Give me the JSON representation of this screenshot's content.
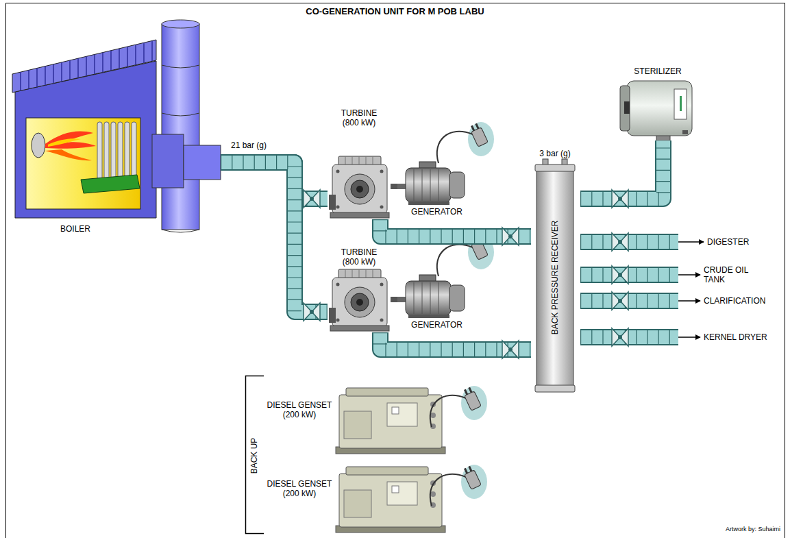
{
  "diagram": {
    "title": "CO-GENERATION UNIT FOR M POB LABU",
    "nodes": [
      {
        "text": [
          "BOILER"
        ]
      },
      {
        "text": [
          "TURBINE (800 kW)"
        ]
      },
      {
        "text": [
          "GENERATOR"
        ]
      },
      {
        "text": [
          "TURBINE (800 kW)"
        ]
      },
      {
        "text": [
          "GENERATOR"
        ]
      },
      {
        "text": [
          "3 bar (g)",
          "BACK PRESSURE RECEIVER"
        ]
      },
      {
        "text": [
          "STERILIZER"
        ]
      },
      {
        "text": [
          "DIGESTER"
        ]
      },
      {
        "text": [
          "CRUDE OIL TANK"
        ]
      },
      {
        "text": [
          "CLARIFICATION"
        ]
      },
      {
        "text": [
          "KERNEL DRYER"
        ]
      },
      {
        "text": [
          "DIESEL GENSET (200 kW)"
        ]
      },
      {
        "text": [
          "DIESEL GENSET (200 kW)"
        ]
      }
    ],
    "edges": [
      {
        "from": 0,
        "to": 1,
        "arrow": "none",
        "label": "21 bar (g)"
      },
      {
        "from": 0,
        "to": 3,
        "arrow": "none"
      },
      {
        "from": 1,
        "to": 2,
        "arrow": "none"
      },
      {
        "from": 3,
        "to": 4,
        "arrow": "none"
      },
      {
        "from": 1,
        "to": 5,
        "arrow": "none"
      },
      {
        "from": 3,
        "to": 5,
        "arrow": "none"
      },
      {
        "from": 5,
        "to": 6,
        "arrow": "none"
      },
      {
        "from": 5,
        "to": 7,
        "arrow": "to"
      },
      {
        "from": 5,
        "to": 8,
        "arrow": "to"
      },
      {
        "from": 5,
        "to": 9,
        "arrow": "to"
      },
      {
        "from": 5,
        "to": 10,
        "arrow": "to"
      }
    ],
    "labels": [
      "BACK UP",
      "Artwork by: Suhaimi"
    ]
  }
}
